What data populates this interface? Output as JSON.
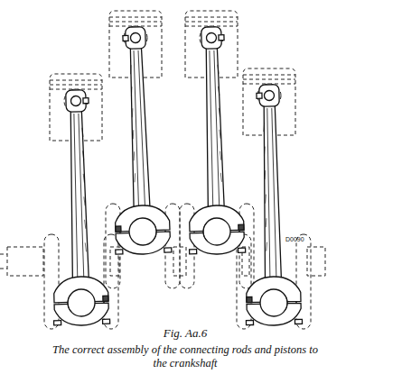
{
  "diagram": {
    "title": "Fig. Aa.6",
    "caption": "The correct assembly of the connecting rods and pistons to the crankshaft",
    "labels": [
      "D0090"
    ]
  }
}
